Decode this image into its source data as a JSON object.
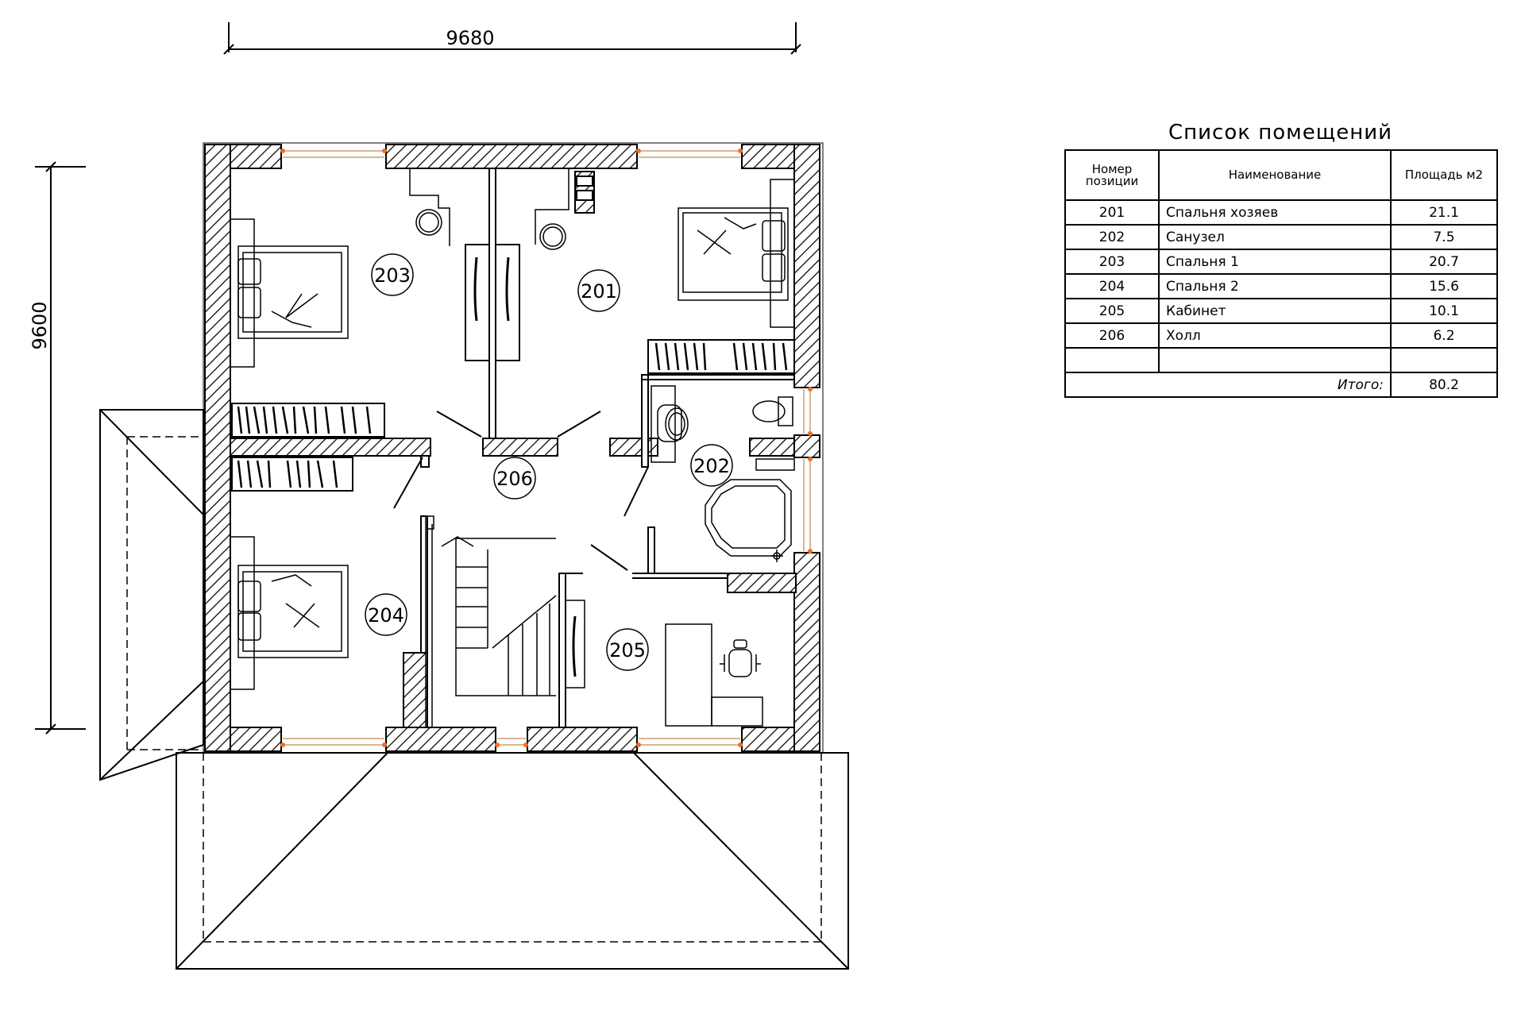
{
  "dimensions": {
    "horizontal": "9680",
    "vertical": "9600"
  },
  "rooms_on_plan": [
    {
      "id": "201"
    },
    {
      "id": "202"
    },
    {
      "id": "203"
    },
    {
      "id": "204"
    },
    {
      "id": "205"
    },
    {
      "id": "206"
    }
  ],
  "table": {
    "title": "Список помещений",
    "headers": {
      "number": "Номер позиции",
      "name": "Наименование",
      "area": "Площадь м2"
    },
    "rows": [
      {
        "number": "201",
        "name": "Спальня  хозяев",
        "area": "21.1"
      },
      {
        "number": "202",
        "name": "Санузел",
        "area": "7.5"
      },
      {
        "number": "203",
        "name": "Спальня 1",
        "area": "20.7"
      },
      {
        "number": "204",
        "name": "Спальня 2",
        "area": "15.6"
      },
      {
        "number": "205",
        "name": "Кабинет",
        "area": "10.1"
      },
      {
        "number": "206",
        "name": "Холл",
        "area": "6.2"
      },
      {
        "number": "",
        "name": "",
        "area": ""
      }
    ],
    "total_label": "Итого:",
    "total_value": "80.2"
  },
  "colors": {
    "line": "#000000",
    "window_mark": "#f07020",
    "dashed": "#444444"
  }
}
